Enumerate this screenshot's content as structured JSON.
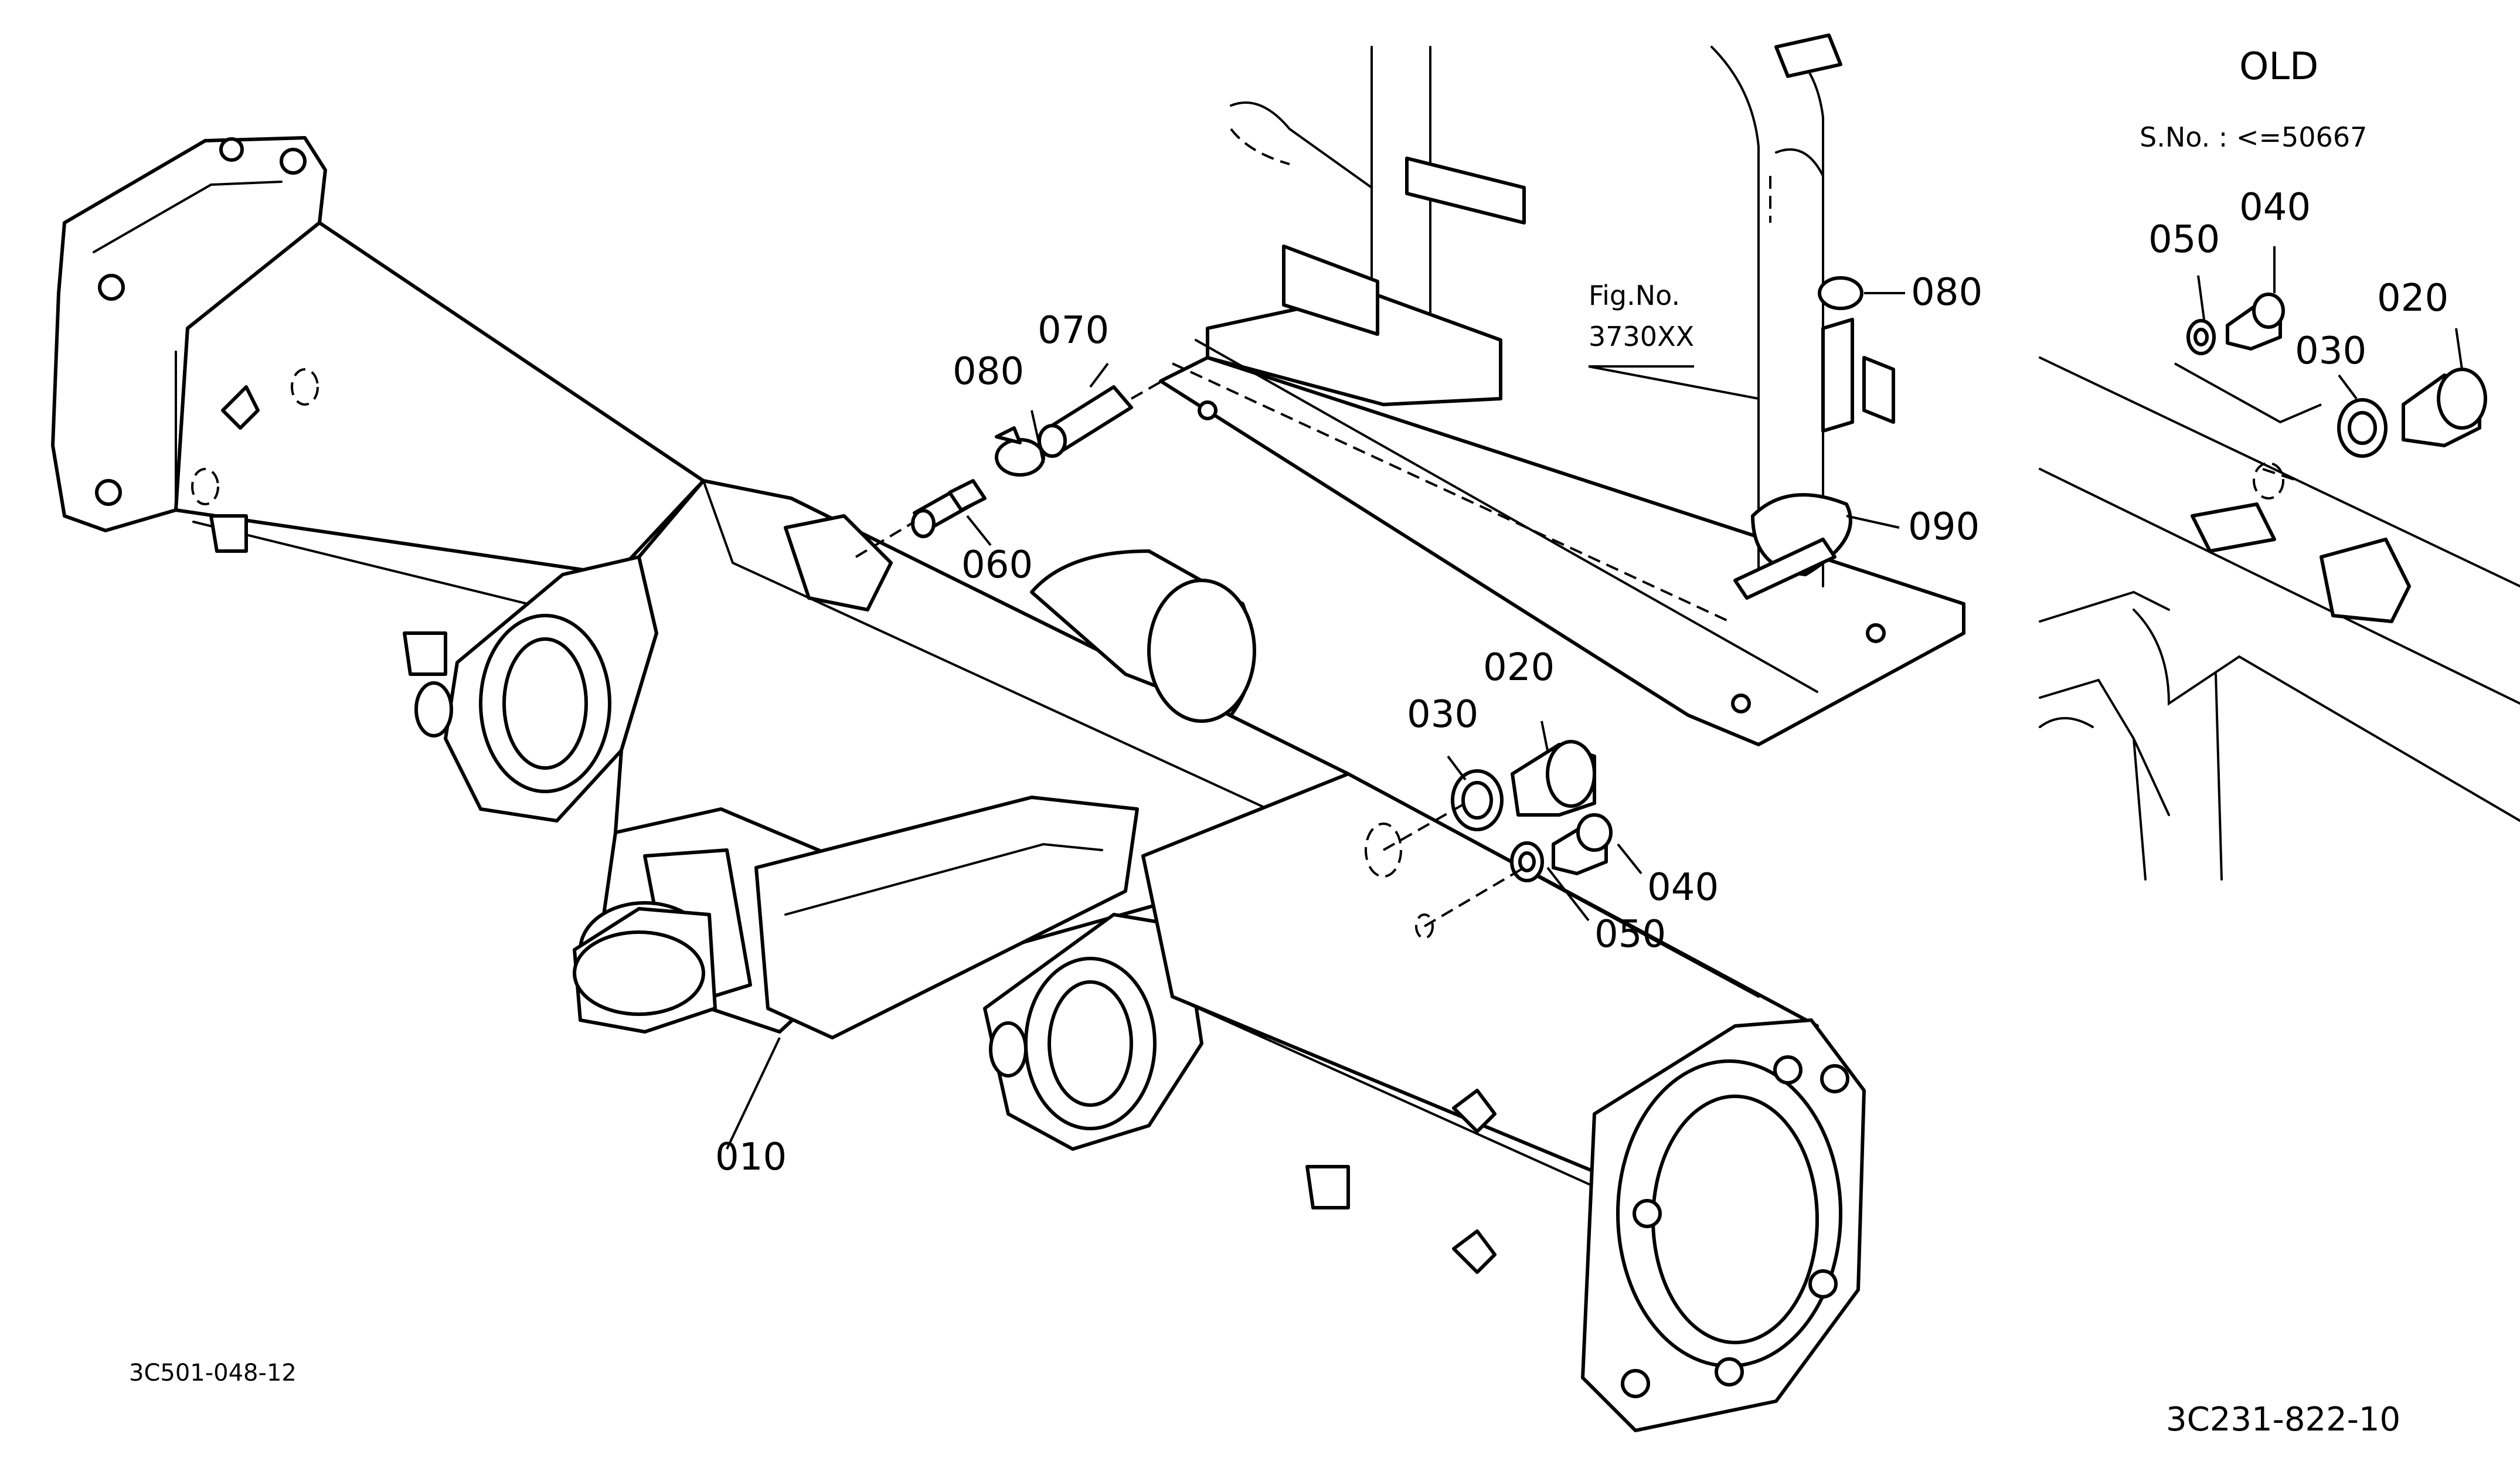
{
  "labels": {
    "p010": "010",
    "p020": "020",
    "p030": "030",
    "p040": "040",
    "p050": "050",
    "p060": "060",
    "p070": "070",
    "p080a": "080",
    "p080b": "080",
    "p090": "090",
    "fig_no": "Fig.No.",
    "fig_ref": "3730XX"
  },
  "inset": {
    "title": "OLD",
    "serial": "S.No. : <=50667",
    "p020": "020",
    "p030": "030",
    "p040": "040",
    "p050": "050"
  },
  "codes": {
    "left": "3C501-048-12",
    "right": "3C231-822-10"
  }
}
